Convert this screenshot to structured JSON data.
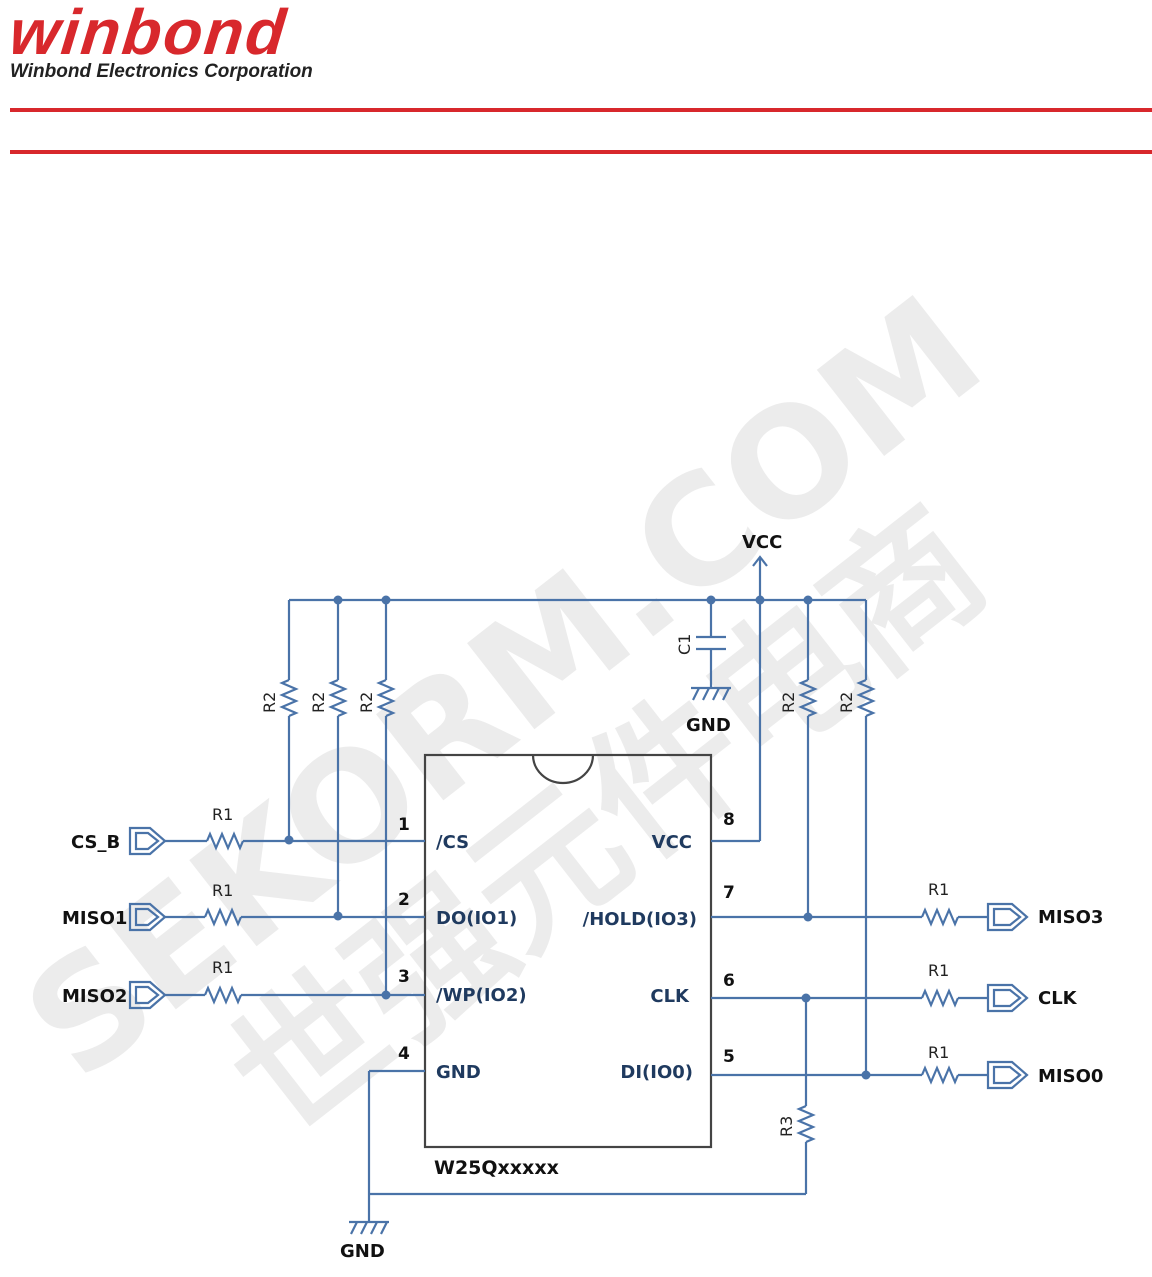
{
  "header": {
    "logo_text": "winbond",
    "company": "Winbond Electronics Corporation"
  },
  "watermark": {
    "text_en": "SEKORM.COM",
    "text_zh": "世强元件电商"
  },
  "chip": {
    "part_number": "W25Qxxxxx",
    "pins": [
      {
        "number": "1",
        "name": "/CS"
      },
      {
        "number": "2",
        "name": "DO(IO1)"
      },
      {
        "number": "3",
        "name": "/WP(IO2)"
      },
      {
        "number": "4",
        "name": "GND"
      },
      {
        "number": "5",
        "name": "DI(IO0)"
      },
      {
        "number": "6",
        "name": "CLK"
      },
      {
        "number": "7",
        "name": "/HOLD(IO3)"
      },
      {
        "number": "8",
        "name": "VCC"
      }
    ]
  },
  "signals": {
    "cs_b": "CS_B",
    "miso1": "MISO1",
    "miso2": "MISO2",
    "miso3": "MISO3",
    "clk": "CLK",
    "miso0": "MISO0"
  },
  "power": {
    "vcc": "VCC",
    "gnd_cap": "GND",
    "gnd_bottom": "GND"
  },
  "components": {
    "r1": "R1",
    "r2": "R2",
    "r3": "R3",
    "c1": "C1"
  },
  "colors": {
    "wire": "#4a73a8",
    "brand_red": "#d8282c"
  }
}
